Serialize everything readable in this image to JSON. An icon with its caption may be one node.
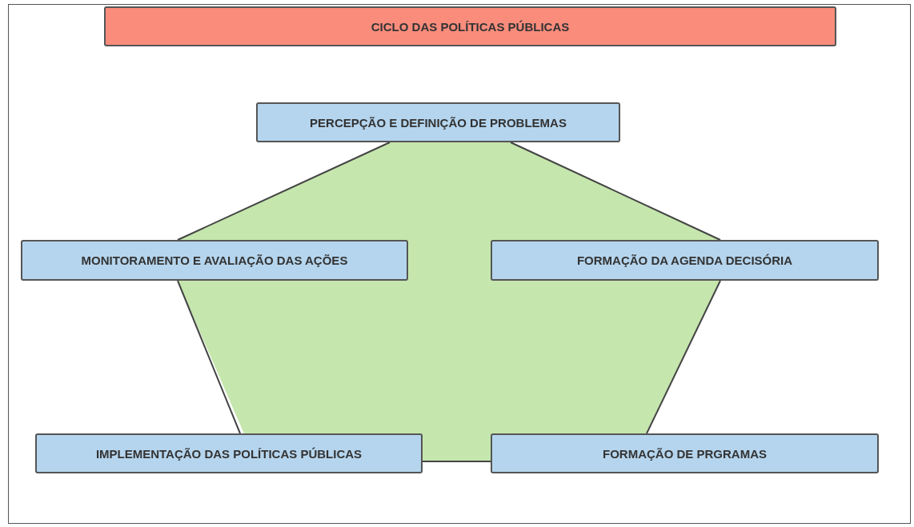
{
  "diagram": {
    "title": "CICLO DAS POLÍTICAS PÚBLICAS",
    "nodes": [
      {
        "text": [
          "PERCEPÇÃO E DEFINIÇÃO DE PROBLEMAS"
        ]
      },
      {
        "text": [
          "MONITORAMENTO E AVALIAÇÃO DAS AÇÕES"
        ]
      },
      {
        "text": [
          "FORMAÇÃO DA AGENDA DECISÓRIA"
        ]
      },
      {
        "text": [
          "IMPLEMENTAÇÃO DAS POLÍTICAS PÚBLICAS"
        ]
      },
      {
        "text": [
          "FORMAÇÃO DE PRGRAMAS"
        ]
      }
    ],
    "edges": [
      {
        "from": 0,
        "to": 2,
        "arrow": "none"
      },
      {
        "from": 2,
        "to": 4,
        "arrow": "none"
      },
      {
        "from": 4,
        "to": 3,
        "arrow": "none"
      },
      {
        "from": 3,
        "to": 1,
        "arrow": "none"
      },
      {
        "from": 1,
        "to": 0,
        "arrow": "none"
      }
    ]
  }
}
